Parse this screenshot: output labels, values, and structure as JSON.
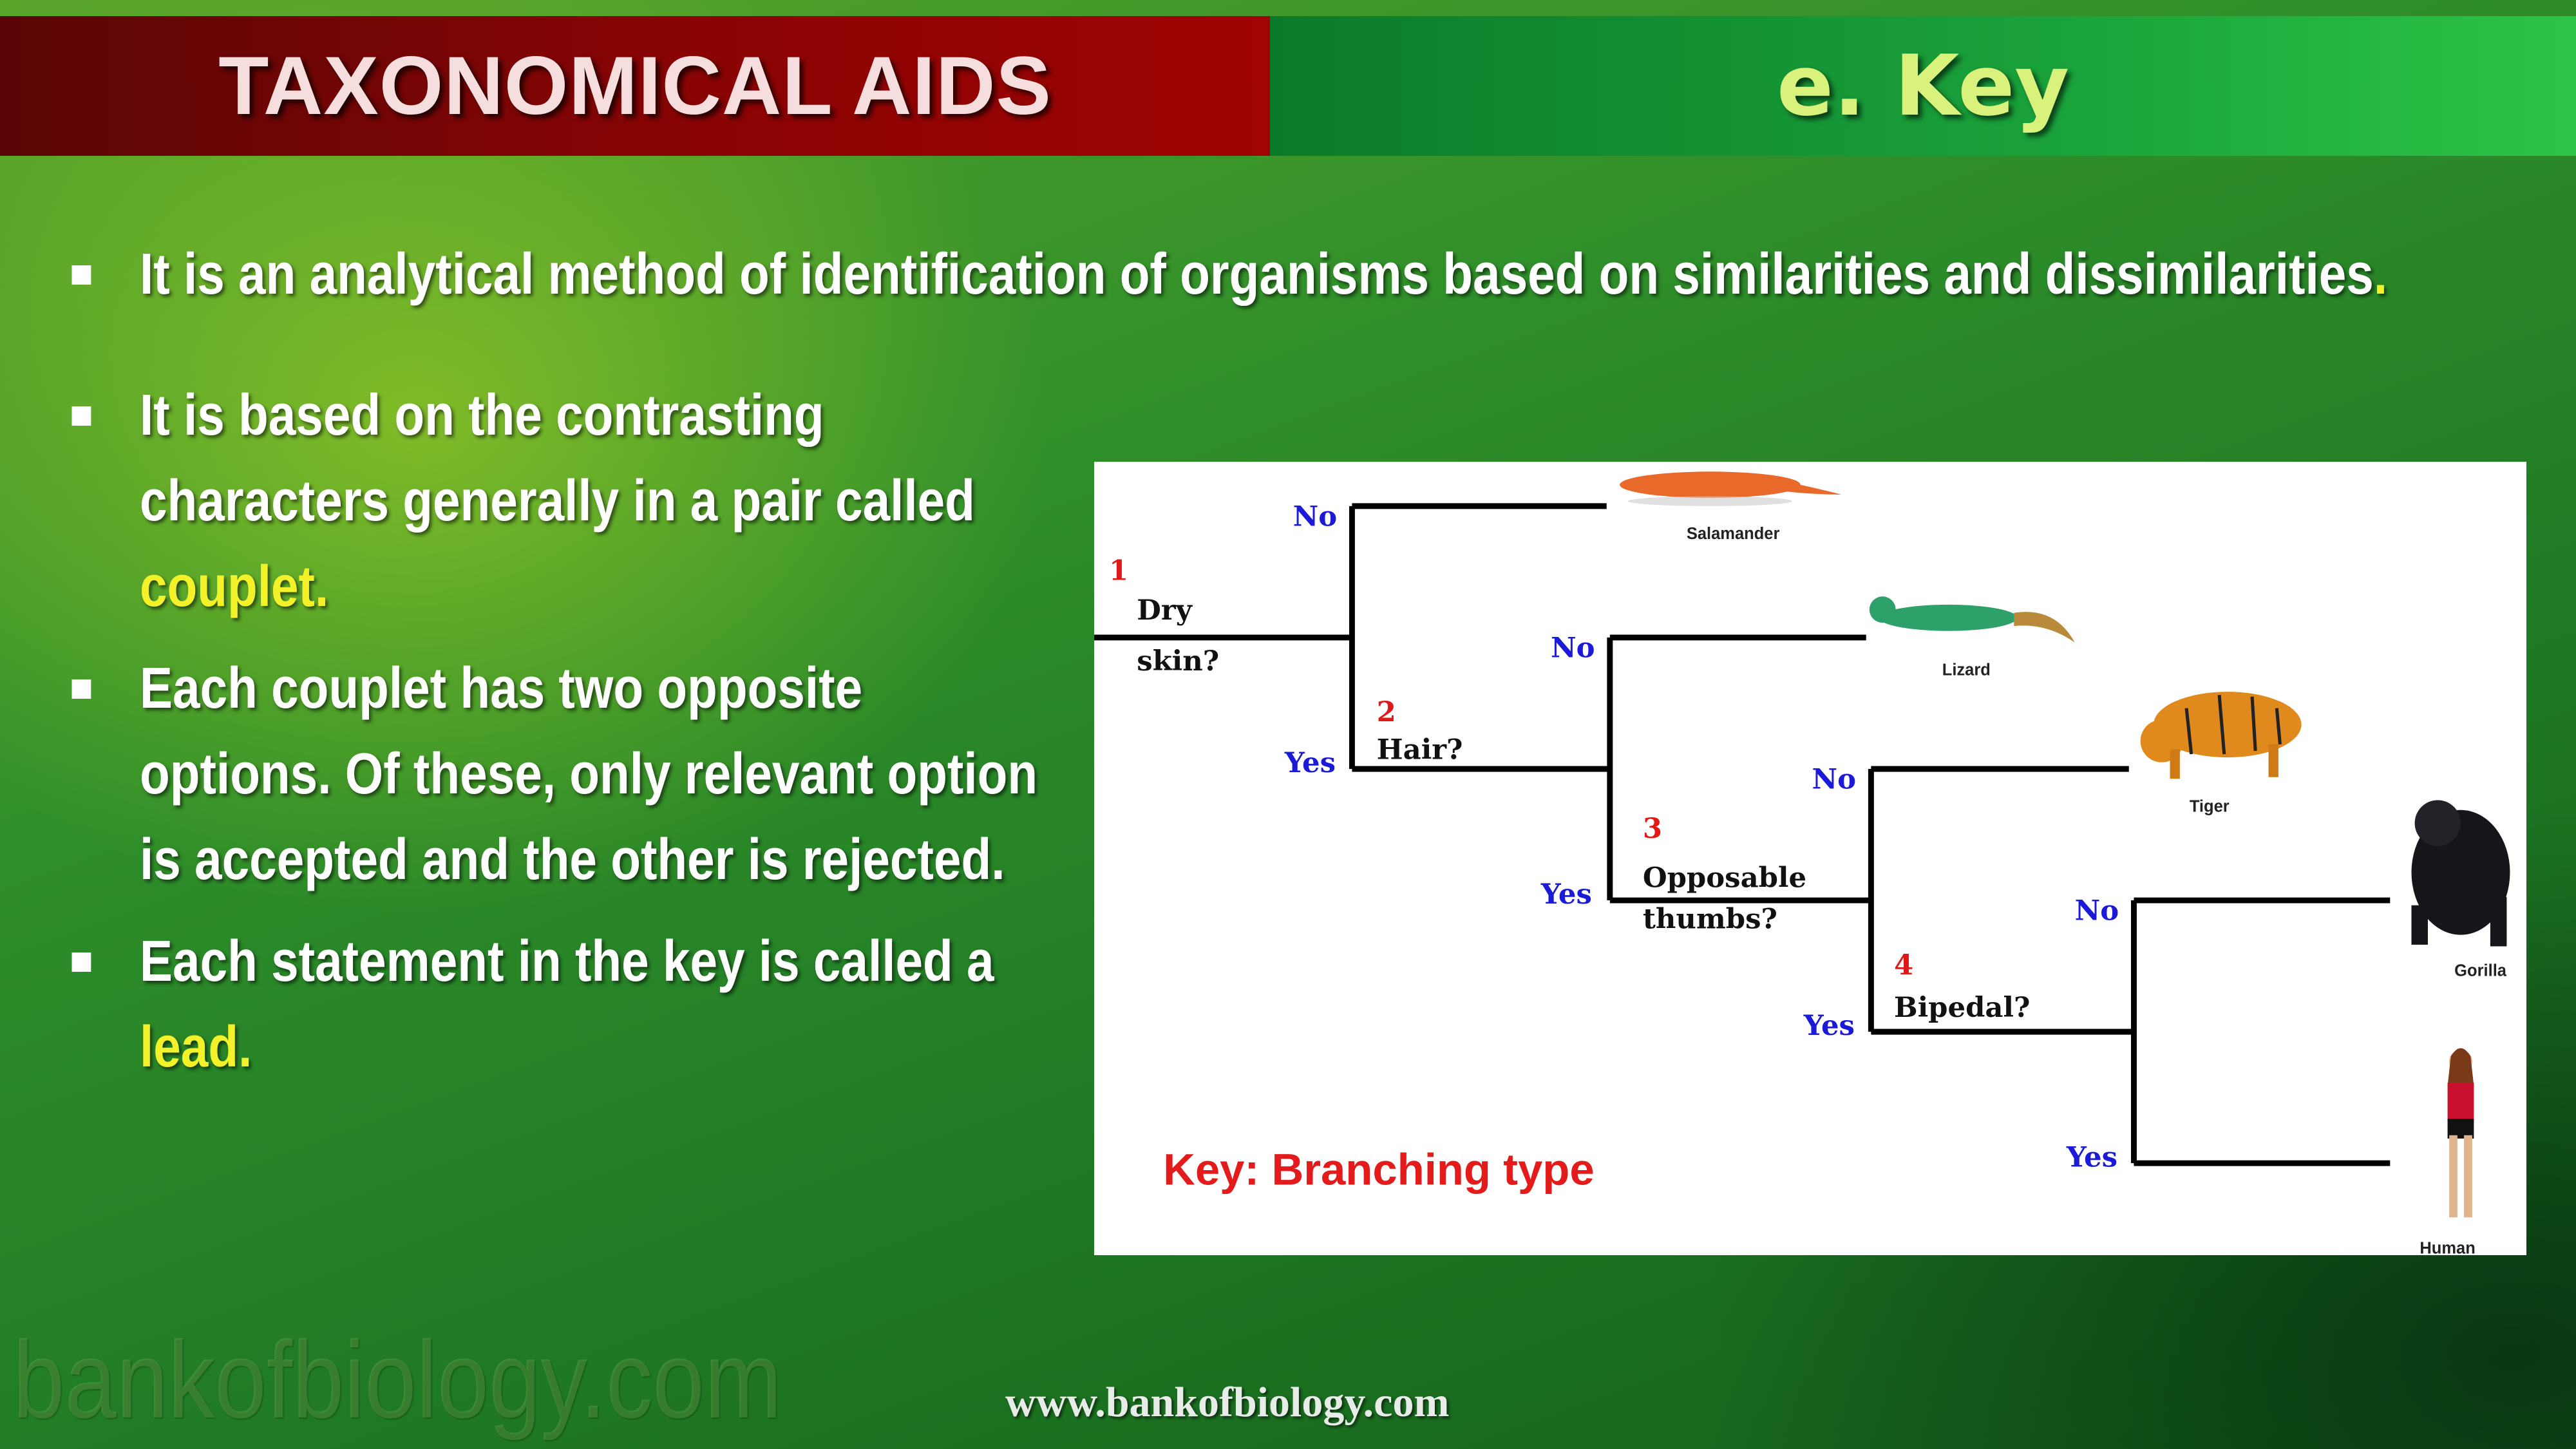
{
  "header": {
    "title": "TAXONOMICAL AIDS",
    "subtitle": "e. Key"
  },
  "bullets": [
    {
      "text": "It is an analytical method of identification of organisms based on similarities and dissimilarities",
      "highlight": "."
    },
    {
      "text": "It is based on the contrasting characters generally in a pair called ",
      "highlight": "couplet."
    },
    {
      "text": "Each couplet has two opposite options. Of these, only relevant option is accepted and the other is rejected.",
      "highlight": ""
    },
    {
      "text": "Each statement in the key is called a ",
      "highlight": "lead."
    }
  ],
  "diagram": {
    "key_label": "Key: Branching type",
    "couplets": [
      {
        "number": "1",
        "line1": "Dry",
        "line2": "skin?"
      },
      {
        "number": "2",
        "line1": "Hair?"
      },
      {
        "number": "3",
        "line1": "Opposable",
        "line2": "thumbs?"
      },
      {
        "number": "4",
        "line1": "Bipedal?"
      }
    ],
    "no_label": "No",
    "yes_label": "Yes",
    "animals": [
      "Salamander",
      "Lizard",
      "Tiger",
      "Gorilla",
      "Human"
    ]
  },
  "watermark": "bankofbiology.com",
  "footer": "www.bankofbiology.com"
}
